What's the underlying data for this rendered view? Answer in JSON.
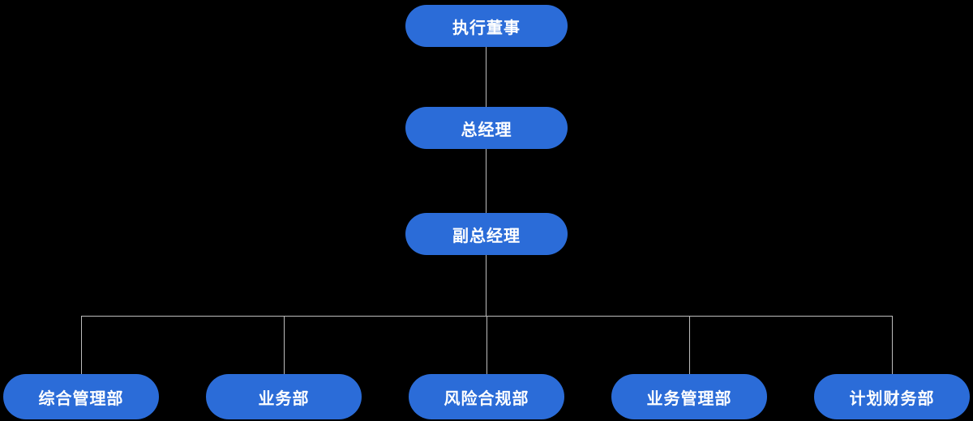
{
  "diagram": {
    "type": "org-chart",
    "title": "company organization structure"
  },
  "colors": {
    "background": "#000000",
    "node_fill": "#2b6cd8",
    "node_text": "#ffffff",
    "connector": "#bdbdbd"
  },
  "nodes": [
    {
      "label": "执行董事",
      "level": 1
    },
    {
      "label": "总经理",
      "level": 2
    },
    {
      "label": "副总经理",
      "level": 3
    },
    {
      "label": "综合管理部",
      "level": 4
    },
    {
      "label": "业务部",
      "level": 4
    },
    {
      "label": "风险合规部",
      "level": 4
    },
    {
      "label": "业务管理部",
      "level": 4
    },
    {
      "label": "计划财务部",
      "level": 4
    }
  ],
  "edges": [
    {
      "from": "执行董事",
      "to": "总经理"
    },
    {
      "from": "总经理",
      "to": "副总经理"
    },
    {
      "from": "副总经理",
      "to": "综合管理部"
    },
    {
      "from": "副总经理",
      "to": "业务部"
    },
    {
      "from": "副总经理",
      "to": "风险合规部"
    },
    {
      "from": "副总经理",
      "to": "业务管理部"
    },
    {
      "from": "副总经理",
      "to": "计划财务部"
    }
  ]
}
